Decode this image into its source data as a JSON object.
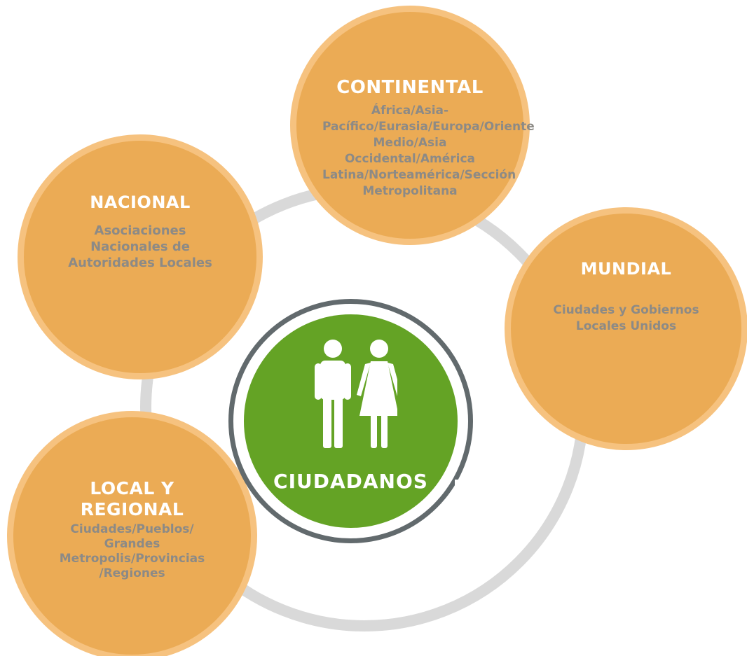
{
  "center": {
    "title": "CIUDADANOS",
    "icon": "man-woman-icon",
    "color": "#64a325"
  },
  "nodes": {
    "continental": {
      "title": "CONTINENTAL",
      "description": "África/Asia-Pacífico/Eurasia/Europa/Oriente Medio/Asia Occidental/América Latina/Norteamérica/Sección Metropolitana"
    },
    "nacional": {
      "title": "NACIONAL",
      "description": "Asociaciones Nacionales de Autoridades Locales"
    },
    "mundial": {
      "title": "MUNDIAL",
      "description": "Ciudades y Gobiernos Locales Unidos"
    },
    "local": {
      "title": "LOCAL Y REGIONAL",
      "description": "Ciudades/Pueblos/ Grandes Metropolis/Provincias /Regiones"
    }
  },
  "colors": {
    "node_fill": "#ebab55",
    "node_border": "#f6c27f",
    "ring": "#d9d9d9",
    "center_border": "#626a6d",
    "description_text": "#8c8a86"
  }
}
